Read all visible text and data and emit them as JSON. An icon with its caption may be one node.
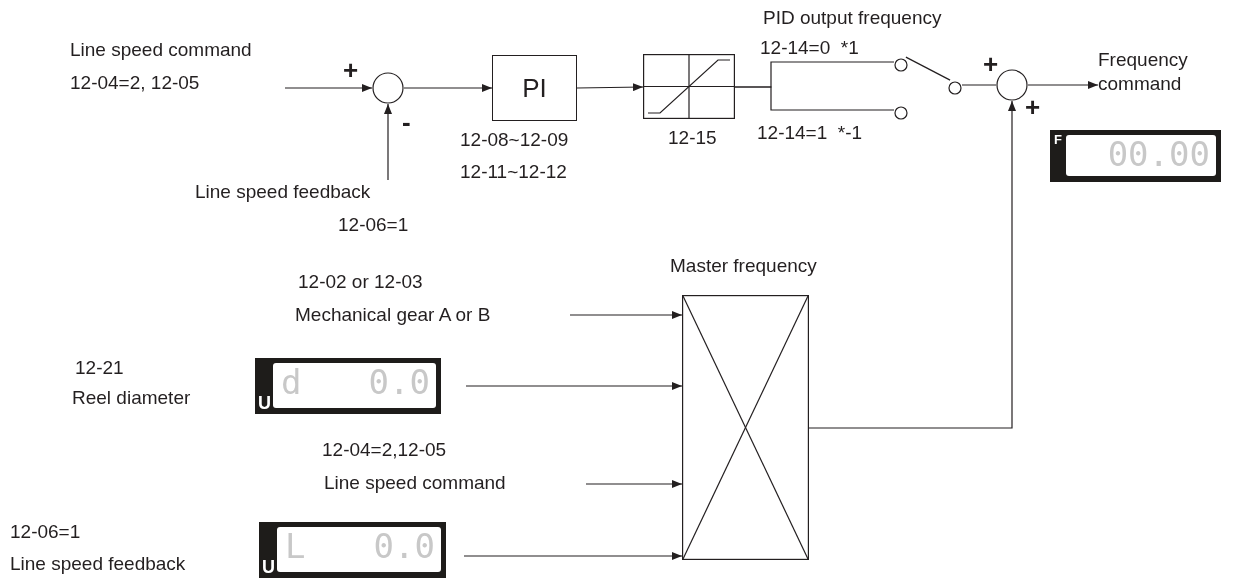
{
  "diagram": {
    "nodes": [
      {
        "text": [
          "Line speed command",
          "12-04=2, 12-05"
        ]
      },
      {
        "text": [],
        "shape": "circle",
        "beside": [
          "+",
          "-"
        ]
      },
      {
        "text": [
          "PI"
        ],
        "beside": [
          "12-08~12-09",
          "12-11~12-12"
        ]
      },
      {
        "text": [],
        "shape": "box",
        "beside": [
          "12-15"
        ]
      },
      {
        "text": [],
        "shape": "circle",
        "beside": [
          "12-14=0  *1"
        ]
      },
      {
        "text": [],
        "shape": "circle",
        "beside": [
          "12-14=1  *-1"
        ]
      },
      {
        "text": [],
        "shape": "circle"
      },
      {
        "text": [],
        "shape": "circle",
        "beside": [
          "+",
          "+"
        ]
      },
      {
        "text": [
          "Frequency command"
        ]
      },
      {
        "text": [
          "Line speed feedback",
          "12-06=1"
        ]
      },
      {
        "text": [
          "F",
          "00.00"
        ]
      },
      {
        "text": [
          "Master frequency"
        ]
      },
      {
        "text": [
          "12-02 or 12-03",
          "Mechanical gear A or B"
        ]
      },
      {
        "text": [
          "U",
          "d",
          "0.0"
        ],
        "beside": [
          "12-21",
          "Reel diameter"
        ]
      },
      {
        "text": [
          "12-04=2,12-05",
          "Line speed command"
        ]
      },
      {
        "text": [
          "U",
          "L",
          "0.0"
        ],
        "beside": [
          "12-06=1",
          "Line speed feedback"
        ]
      }
    ],
    "edges": [
      {
        "from": 0,
        "to": 1,
        "arrow": "to"
      },
      {
        "from": 9,
        "to": 1,
        "arrow": "to"
      },
      {
        "from": 1,
        "to": 2,
        "arrow": "to"
      },
      {
        "from": 2,
        "to": 3,
        "arrow": "to"
      },
      {
        "from": 3,
        "to": 4,
        "arrow": "none"
      },
      {
        "from": 3,
        "to": 5,
        "arrow": "none"
      },
      {
        "from": 6,
        "to": 4,
        "arrow": "none"
      },
      {
        "from": 6,
        "to": 7,
        "arrow": "none"
      },
      {
        "from": 7,
        "to": 8,
        "arrow": "to"
      },
      {
        "from": 12,
        "to": 11,
        "arrow": "to"
      },
      {
        "from": 13,
        "to": 11,
        "arrow": "to"
      },
      {
        "from": 14,
        "to": 11,
        "arrow": "to"
      },
      {
        "from": 15,
        "to": 11,
        "arrow": "to"
      },
      {
        "from": 11,
        "to": 7,
        "arrow": "to"
      }
    ],
    "labels": [
      "PID output frequency"
    ]
  }
}
